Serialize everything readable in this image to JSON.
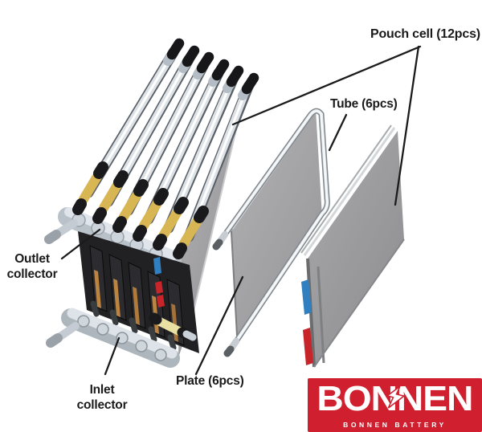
{
  "callouts": {
    "pouch_cell": "Pouch cell (12pcs)",
    "tube": "Tube (6pcs)",
    "outlet_collector": "Outlet collector",
    "inlet_collector": "Inlet collector",
    "plate": "Plate (6pcs)"
  },
  "brand": {
    "wordmark": "BONNEN",
    "tagline": "BONNEN BATTERY"
  },
  "colors": {
    "background": "#ffffff",
    "label_text": "#1a1a1a",
    "leader_line": "#1b1b1b",
    "logo_background": "#d01f2f",
    "logo_text": "#ffffff",
    "cell_tab_blue": "#2f7fc1",
    "cell_tab_red": "#c8252b",
    "metal_silver": "#ccd3da",
    "tube_sleeve_yellow": "#d9b654",
    "panel_gray": "#9c9c9e",
    "frame_black": "#212124"
  }
}
